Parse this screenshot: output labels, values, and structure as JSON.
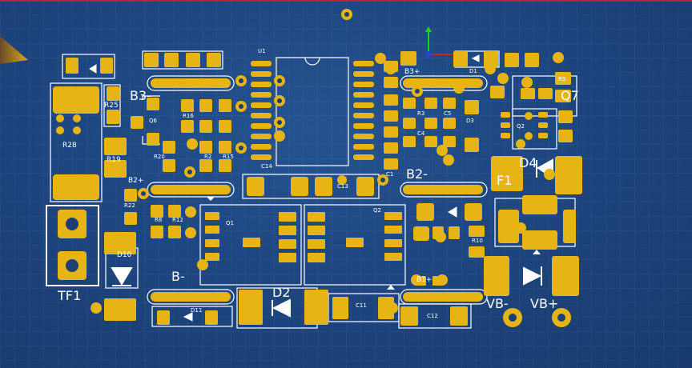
{
  "board": {
    "background": "#1d4a82",
    "pad_color": "#e7b416",
    "silk_color": "#ffffff"
  },
  "labels": {
    "U1": "U1",
    "B3plus": "B3+",
    "D1": "D1",
    "R25": "R25",
    "B3minus": "B3-",
    "Q6": "Q6",
    "R16": "R16",
    "R19": "R19",
    "R20": "R20",
    "R2": "R2",
    "R15": "R15",
    "C14": "C14",
    "C13": "C13",
    "R3": "R3",
    "C5": "C5",
    "C4": "C4",
    "C1": "C1",
    "B2": "B2-",
    "D3": "D3",
    "Q2a": "Q2",
    "F1": "F1",
    "D4": "D4",
    "R22": "R22",
    "B2plus": "B2+",
    "Q1": "Q1",
    "Q2b": "Q2",
    "R8": "R8",
    "R12": "R12",
    "R10": "R10",
    "R28": "R28",
    "TF1": "TF1",
    "D10": "D10",
    "Bminus": "B-",
    "D11": "D11",
    "D2": "D2",
    "C11": "C11",
    "B1plus": "B1+",
    "C12": "C12",
    "VBminus": "VB-",
    "VBplus": "VB+",
    "Q7": "Q7",
    "R9": "R9"
  }
}
